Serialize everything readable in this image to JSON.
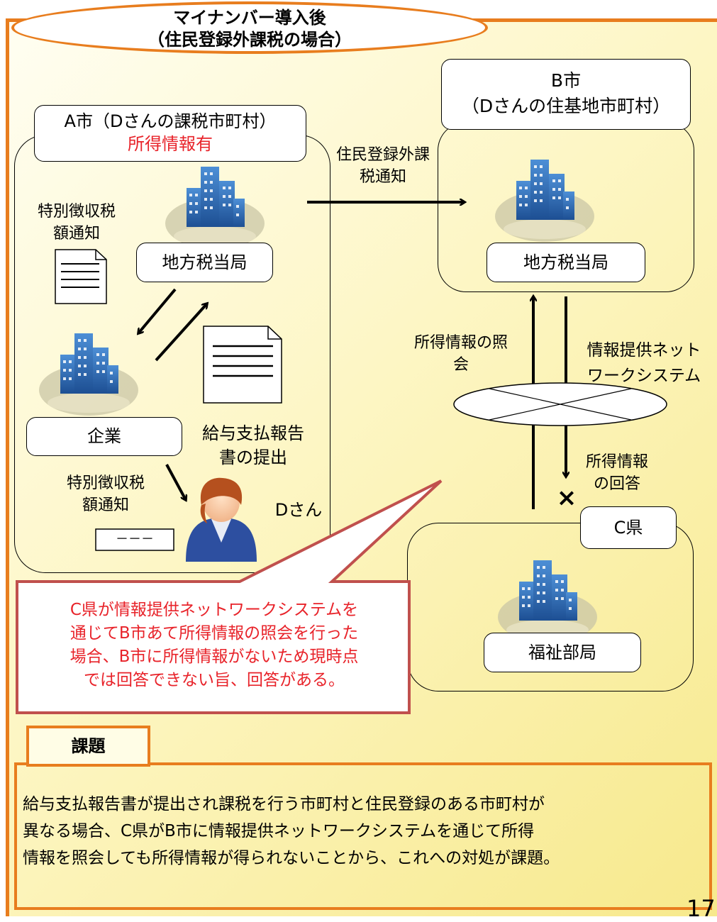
{
  "title": {
    "line1": "マイナンバー導入後",
    "line2": "（住民登録外課税の場合）"
  },
  "city_a": {
    "name": "A市（Dさんの課税市町村）",
    "status": "所得情報有"
  },
  "city_b": {
    "name_line1": "B市",
    "name_line2": "（Dさんの住基地市町村）"
  },
  "prefecture_c": {
    "name": "C県"
  },
  "offices": {
    "a_tax": "地方税当局",
    "b_tax": "地方税当局",
    "company": "企業",
    "welfare": "福祉部局"
  },
  "labels": {
    "tokubetsu_1_line1": "特別徴収税",
    "tokubetsu_1_line2": "額通知",
    "tokubetsu_2_line1": "特別徴収税",
    "tokubetsu_2_line2": "額通知",
    "notice_line1": "住民登録外課",
    "notice_line2": "税通知",
    "salary_line1": "給与支払報告",
    "salary_line2": "書の提出",
    "person": "Dさん",
    "inquiry_line1": "所得情報の照",
    "inquiry_line2": "会",
    "network_line1": "情報提供ネット",
    "network_line2": "ワークシステム",
    "answer_line1": "所得情報",
    "answer_line2": "の回答",
    "cross_mark": "×",
    "slip_dashes": "－－－"
  },
  "callout": {
    "line1": "C県が情報提供ネットワークシステムを",
    "line2": "通じてB市あて所得情報の照会を行った",
    "line3": "場合、B市に所得情報がないため現時点",
    "line4": "では回答できない旨、回答がある。"
  },
  "issue": {
    "tab": "課題",
    "line1": "給与支払報告書が提出され課税を行う市町村と住民登録のある市町村が",
    "line2": "異なる場合、C県がB市に情報提供ネットワークシステムを通じて所得",
    "line3": "情報を照会しても所得情報が得られないことから、これへの対処が課題。"
  },
  "page_number": "17",
  "colors": {
    "accent_orange": "#e87d1e",
    "alert_red": "#e8232a",
    "callout_border": "#c0504d",
    "building_blue": "#2e6fb5"
  },
  "icons": [
    "building-icon",
    "document-icon",
    "person-icon",
    "network-oval-icon"
  ]
}
